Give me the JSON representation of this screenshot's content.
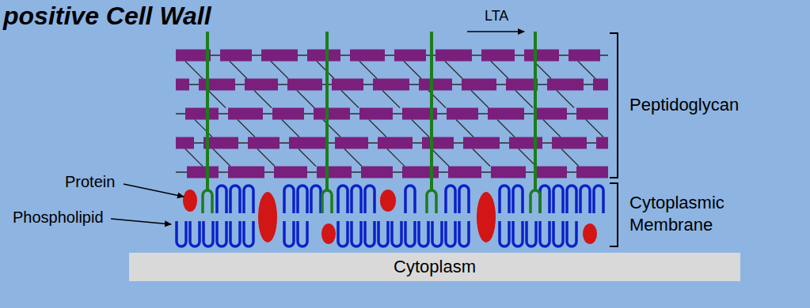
{
  "diagram": {
    "title": "positive Cell Wall",
    "nodes": [
      {
        "text": [
          "Cytoplasm"
        ]
      }
    ],
    "labels": [
      "LTA",
      "Peptidoglycan",
      "Protein",
      "Phospholipid",
      "Cytoplasmic Membrane"
    ]
  }
}
